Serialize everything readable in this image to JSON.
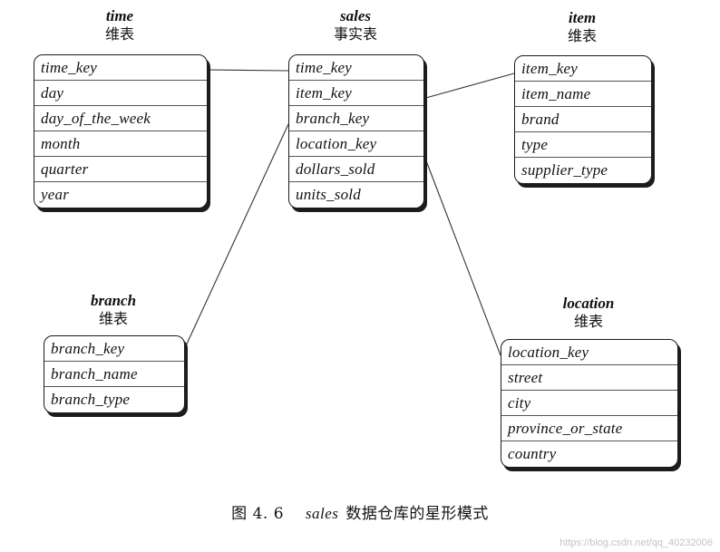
{
  "diagram": {
    "tables": {
      "time": {
        "name": "time",
        "type": "维表",
        "fields": [
          "time_key",
          "day",
          "day_of_the_week",
          "month",
          "quarter",
          "year"
        ]
      },
      "sales": {
        "name": "sales",
        "type": "事实表",
        "fields": [
          "time_key",
          "item_key",
          "branch_key",
          "location_key",
          "dollars_sold",
          "units_sold"
        ]
      },
      "item": {
        "name": "item",
        "type": "维表",
        "fields": [
          "item_key",
          "item_name",
          "brand",
          "type",
          "supplier_type"
        ]
      },
      "branch": {
        "name": "branch",
        "type": "维表",
        "fields": [
          "branch_key",
          "branch_name",
          "branch_type"
        ]
      },
      "location": {
        "name": "location",
        "type": "维表",
        "fields": [
          "location_key",
          "street",
          "city",
          "province_or_state",
          "country"
        ]
      }
    },
    "relationships": [
      {
        "from": "sales.time_key",
        "to": "time.time_key"
      },
      {
        "from": "sales.item_key",
        "to": "item.item_key"
      },
      {
        "from": "sales.branch_key",
        "to": "branch.branch_key"
      },
      {
        "from": "sales.location_key",
        "to": "location.location_key"
      }
    ]
  },
  "caption": {
    "label": "图 4. 6",
    "table": "sales",
    "text": "数据仓库的星形模式"
  },
  "watermark": "https://blog.csdn.net/qq_40232006"
}
